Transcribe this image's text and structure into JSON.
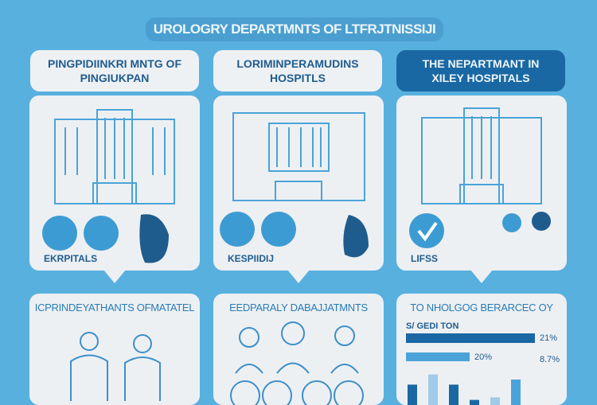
{
  "title": "UROLOGRY DEPARTMNTS OF LTFRJTNISSIJI",
  "headers": [
    {
      "text": "PINGPIDIINKRI MNTG OF PINGIUKPAN"
    },
    {
      "text": "LORIMINPERAMUDINS HOSPITLS"
    },
    {
      "text": "THE NEPARTMANT IN XILEY HOSPITALS"
    }
  ],
  "cards": [
    {
      "label": "EKRPITALS"
    },
    {
      "label": "KESPIIDIJ"
    },
    {
      "label": "LIFSS"
    }
  ],
  "bottom": [
    {
      "title": "ICPRINDEYATHANTS OFMATATEL"
    },
    {
      "title": "EEDPARALY DABAJJATMNTS"
    },
    {
      "title": "TO NHOLGOG BERARCEC OY",
      "subtitle": "S/ GEDI TON",
      "bars": [
        {
          "label": "21%",
          "value": 21
        },
        {
          "label": "20%",
          "value": 20,
          "extra": "8.7%"
        }
      ],
      "columns": [
        8,
        12,
        8,
        2,
        3,
        10
      ]
    }
  ],
  "colors": {
    "bg": "#58b0df",
    "dark": "#1a68a3",
    "light": "#4aa3d8"
  }
}
